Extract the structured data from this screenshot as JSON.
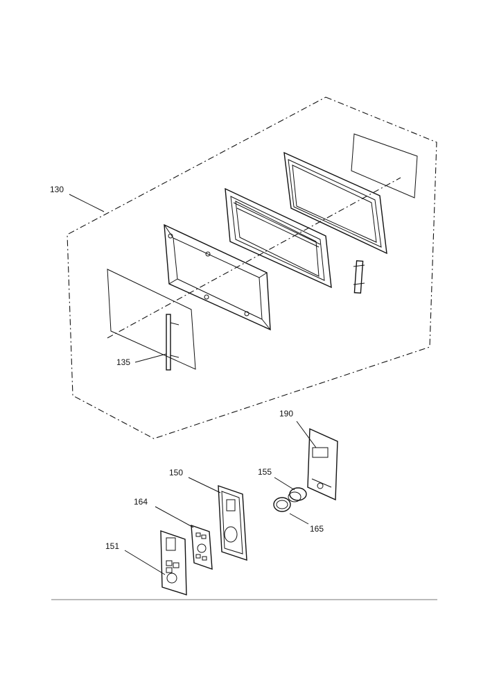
{
  "callouts": {
    "c130": "130",
    "c135": "135",
    "c190": "190",
    "c150": "150",
    "c155": "155",
    "c164": "164",
    "c165": "165",
    "c151": "151"
  }
}
